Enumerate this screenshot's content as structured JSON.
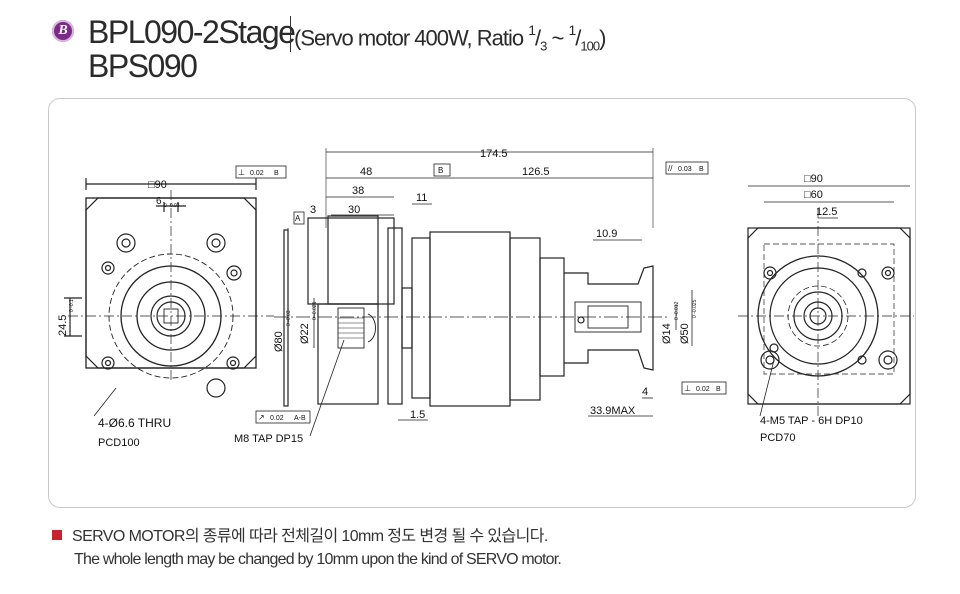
{
  "header": {
    "badge": "B",
    "model_line1": "BPL090-2Stage",
    "model_line2": "BPS090",
    "spec_prefix": "(Servo motor 400W, Ratio ",
    "ratio_a_num": "1",
    "ratio_a_den": "3",
    "ratio_sep": " ~ ",
    "ratio_b_num": "1",
    "ratio_b_den": "100",
    "spec_suffix": ")"
  },
  "drawing": {
    "left": {
      "square": "□90",
      "key_width": "6",
      "key_tol": "0 -0.03",
      "height": "24.5",
      "height_tol": "0 -0.1",
      "holes": "4-Ø6.6 THRU",
      "pcd": "PCD100"
    },
    "side": {
      "overall": "174.5",
      "d48": "48",
      "d126": "126.5",
      "d38": "38",
      "d30": "30",
      "d3": "3",
      "d11": "11",
      "d109": "10.9",
      "d15": "1.5",
      "d4": "4",
      "d339": "33.9MAX",
      "dia80": "Ø80",
      "dia80_tol": "0 -0.03",
      "dia22": "Ø22",
      "dia22_tol": "0 -0.021",
      "dia14": "Ø14",
      "dia14_tol": "0 -0.012",
      "dia50": "Ø50",
      "dia50_tol": "0 -0.025",
      "tap": "M8 TAP DP15",
      "datum_a": "A",
      "datum_b": "B",
      "tol_perp_top": "0.02",
      "tol_perp_top_ref": "B",
      "tol_par": "0.03",
      "tol_par_ref": "B",
      "tol_runout": "0.02",
      "tol_runout_ref": "A-B",
      "tol_perp_bottom": "0.02",
      "tol_perp_bottom_ref": "B"
    },
    "right": {
      "square90": "□90",
      "square60": "□60",
      "d125": "12.5",
      "tap": "4-M5 TAP - 6H DP10",
      "pcd": "PCD70"
    }
  },
  "notes": {
    "line1": "SERVO MOTOR의 종류에 따라 전체길이 10mm 정도 변경 될 수 있습니다.",
    "line2": "The whole length may be changed by 10mm upon the kind of SERVO motor."
  },
  "colors": {
    "badge": "#7b2a87",
    "bullet": "#c8232c",
    "frame": "#c9c9c9",
    "line": "#222222"
  }
}
